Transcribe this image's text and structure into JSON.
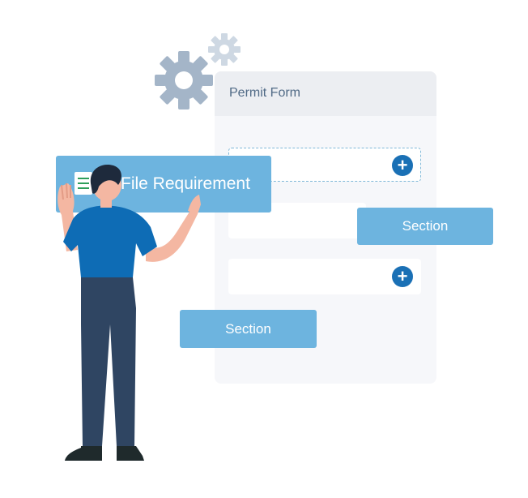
{
  "form": {
    "title": "Permit Form"
  },
  "cards": {
    "file_requirement": "File Requirement",
    "section_1": "Section",
    "section_2": "Section"
  },
  "buttons": {
    "add": "+"
  },
  "colors": {
    "card_blue": "#6db4df",
    "plus_blue": "#1a70b5",
    "gear_gray": "#a4b5c8",
    "shirt_blue": "#0e6cb5",
    "pants_navy": "#2f4562"
  },
  "icons": [
    "gear-icon",
    "plus-icon",
    "document-icon"
  ]
}
